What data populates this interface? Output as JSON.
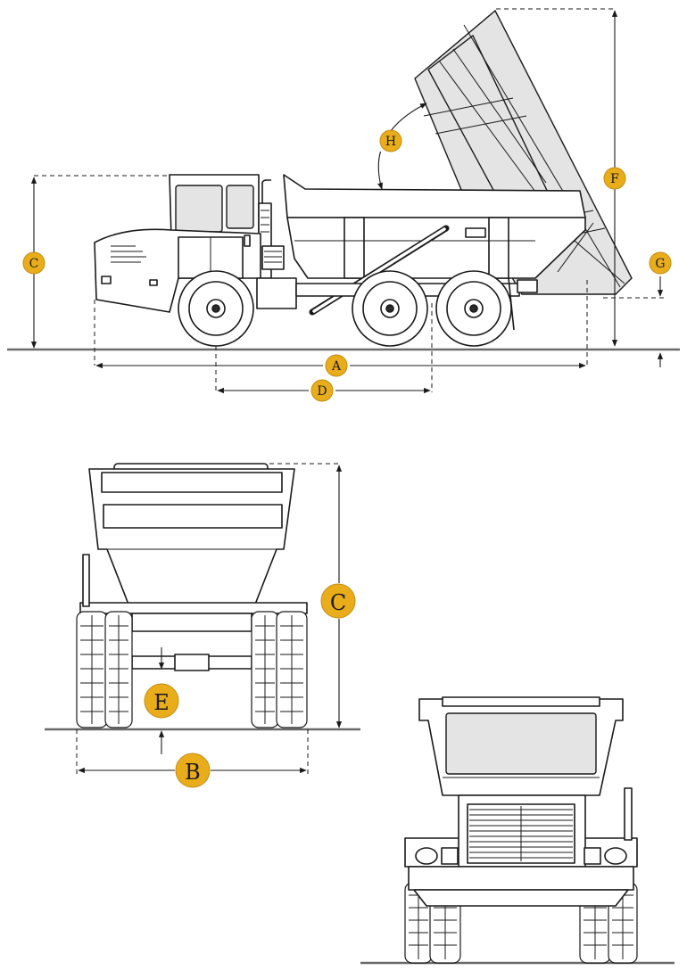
{
  "labels": {
    "A": "A",
    "B": "B",
    "C_side": "C",
    "C_rear": "C",
    "D": "D",
    "E": "E",
    "F": "F",
    "G": "G",
    "H": "H"
  },
  "colors": {
    "badge": "#e9ad1c",
    "line": "#1a1a1a",
    "ground": "#6a6a6a",
    "panel": "#e4e4e4"
  }
}
